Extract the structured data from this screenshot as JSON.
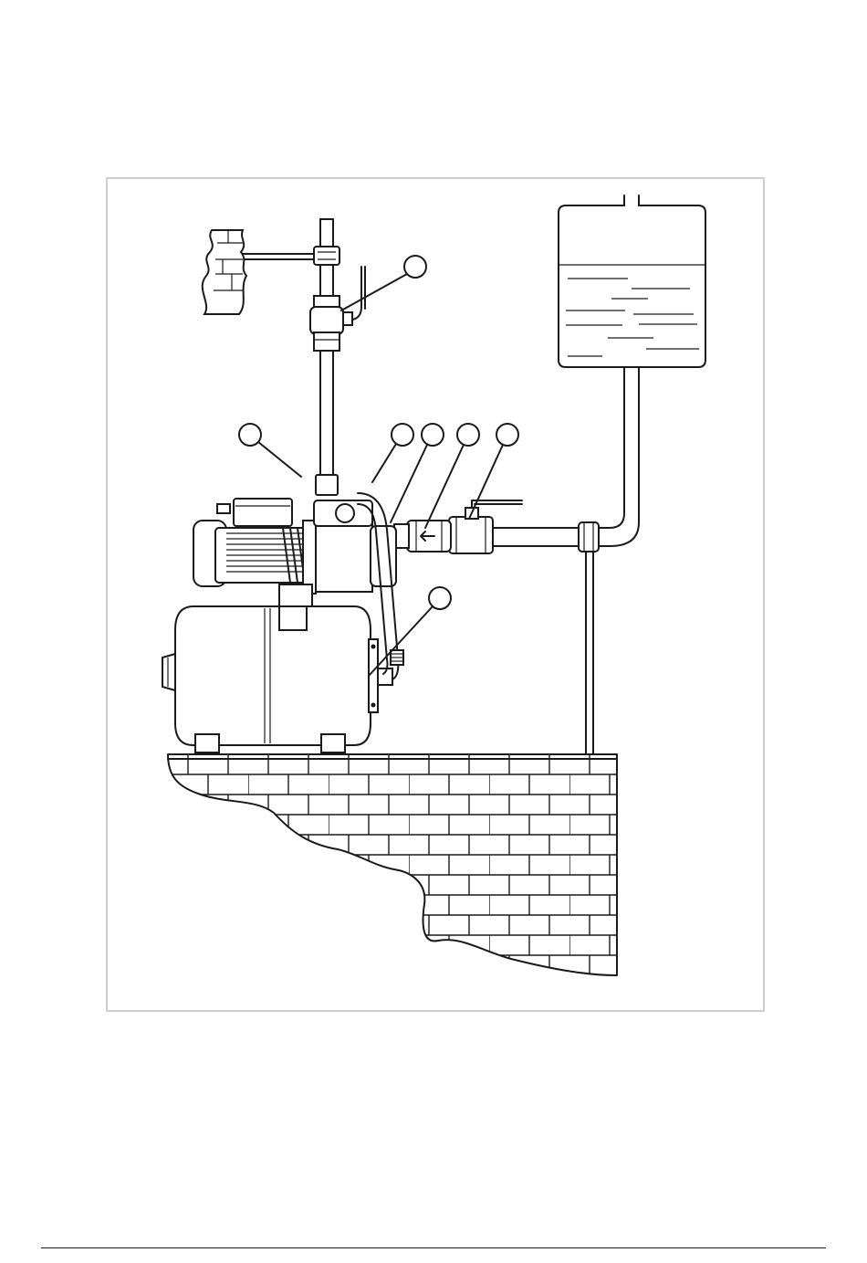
{
  "figure": {
    "callouts": [
      {
        "id": "callout-1",
        "label": ""
      },
      {
        "id": "callout-2",
        "label": ""
      },
      {
        "id": "callout-3",
        "label": ""
      },
      {
        "id": "callout-4",
        "label": ""
      },
      {
        "id": "callout-5",
        "label": ""
      },
      {
        "id": "callout-6",
        "label": ""
      },
      {
        "id": "callout-7",
        "label": ""
      }
    ],
    "colors": {
      "line": "#1a1a1a",
      "frame": "#cfcfcf",
      "background": "#ffffff"
    },
    "icons": [
      "water-tap-icon",
      "ball-valve-icon",
      "check-valve-icon",
      "pressure-tank-icon",
      "jet-pump-icon",
      "water-reservoir-icon",
      "brick-wall-icon"
    ]
  }
}
